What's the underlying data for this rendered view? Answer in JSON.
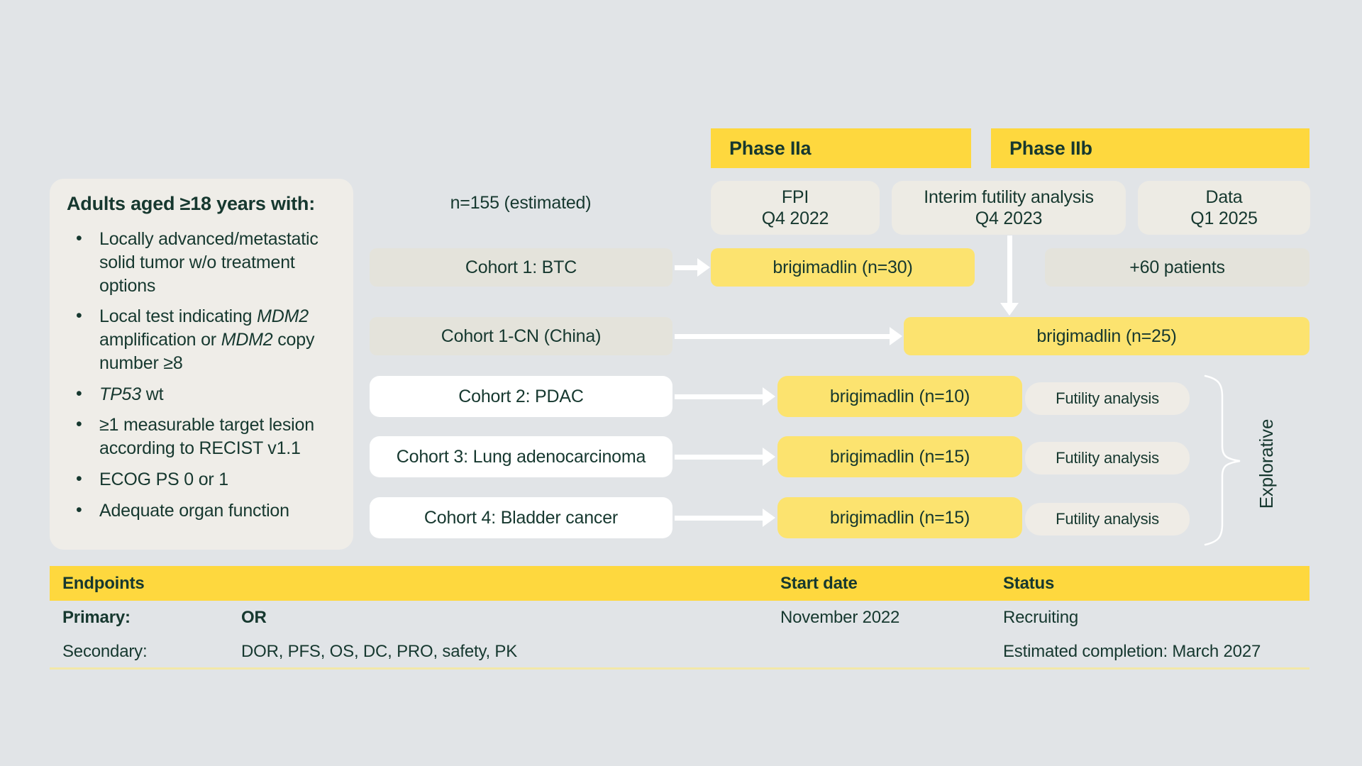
{
  "eligibility": {
    "title": "Adults aged ≥18 years with:",
    "items": [
      {
        "segments": [
          {
            "text": "Locally advanced/metastatic solid tumor w/o treatment options"
          }
        ]
      },
      {
        "segments": [
          {
            "text": "Local test indicating "
          },
          {
            "text": "MDM2",
            "italic": true
          },
          {
            "text": " amplification or "
          },
          {
            "text": "MDM2",
            "italic": true
          },
          {
            "text": " copy number ≥8"
          }
        ]
      },
      {
        "segments": [
          {
            "text": "TP53",
            "italic": true
          },
          {
            "text": " wt"
          }
        ]
      },
      {
        "segments": [
          {
            "text": "≥1 measurable target lesion according to RECIST v1.1"
          }
        ]
      },
      {
        "segments": [
          {
            "text": "ECOG PS 0 or 1"
          }
        ]
      },
      {
        "segments": [
          {
            "text": "Adequate organ function"
          }
        ]
      }
    ]
  },
  "enrollment": {
    "estimated_n": "n=155 (estimated)"
  },
  "phases": {
    "phase2a": "Phase IIa",
    "phase2b": "Phase IIb"
  },
  "milestones": {
    "fpi": {
      "line1": "FPI",
      "line2": "Q4 2022"
    },
    "interim": {
      "line1": "Interim futility analysis",
      "line2": "Q4 2023"
    },
    "data": {
      "line1": "Data",
      "line2": "Q1 2025"
    }
  },
  "cohorts": {
    "c1": {
      "label": "Cohort 1: BTC",
      "arm": "brigimadlin (n=30)",
      "expansion": "+60 patients"
    },
    "c1cn": {
      "label": "Cohort 1-CN (China)",
      "arm": "brigimadlin (n=25)"
    },
    "c2": {
      "label": "Cohort 2: PDAC",
      "arm": "brigimadlin (n=10)",
      "futility": "Futility analysis"
    },
    "c3": {
      "label": "Cohort 3: Lung adenocarcinoma",
      "arm": "brigimadlin (n=15)",
      "futility": "Futility analysis"
    },
    "c4": {
      "label": "Cohort 4: Bladder cancer",
      "arm": "brigimadlin (n=15)",
      "futility": "Futility analysis"
    }
  },
  "explorative_label": "Explorative",
  "endpoints_table": {
    "headers": {
      "endpoints": "Endpoints",
      "start_date": "Start date",
      "status": "Status"
    },
    "primary": {
      "label": "Primary:",
      "value": "OR",
      "start_date": "November 2022",
      "status": "Recruiting"
    },
    "secondary": {
      "label": "Secondary:",
      "value": "DOR, PFS, OS, DC, PRO, safety, PK",
      "status": "Estimated completion: March 2027"
    }
  },
  "icons": {
    "arrow_right": "→",
    "arrow_down": "↓",
    "brace_right": "}"
  },
  "colors": {
    "background": "#E1E4E7",
    "header_yellow": "#FED83E",
    "light_yellow": "#FCE36F",
    "panel_beige": "#EFEDE8",
    "gray_box": "#E4E3DB",
    "text_green": "#16382F",
    "arrow_white": "#FFFFFF",
    "table_rule": "#F2E8A8"
  }
}
